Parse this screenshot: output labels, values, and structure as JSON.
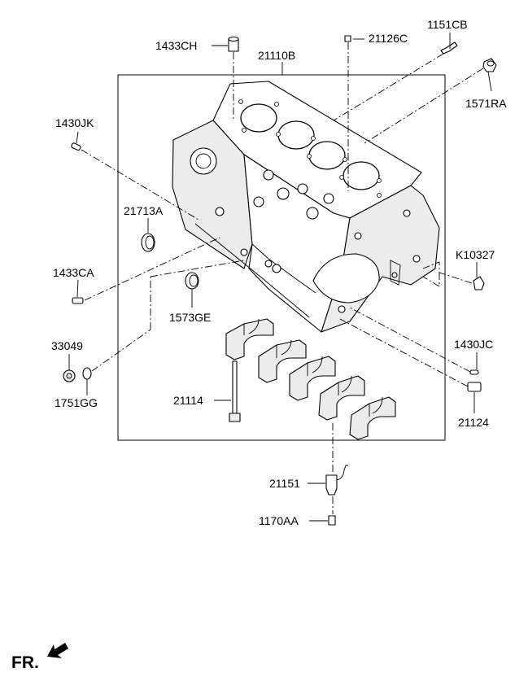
{
  "labels": {
    "block_assy": "21110B",
    "p1433CH": "1433CH",
    "p21126C": "21126C",
    "p1151CB": "1151CB",
    "p1571RA": "1571RA",
    "p1430JK": "1430JK",
    "p21713A": "21713A",
    "p1433CA": "1433CA",
    "p1573GE": "1573GE",
    "pK10327": "K10327",
    "p33049": "33049",
    "p1751GG": "1751GG",
    "p1430JC": "1430JC",
    "p21114": "21114",
    "p21124": "21124",
    "p21151": "21151",
    "p1170AA": "1170AA"
  },
  "front_indicator": "FR."
}
